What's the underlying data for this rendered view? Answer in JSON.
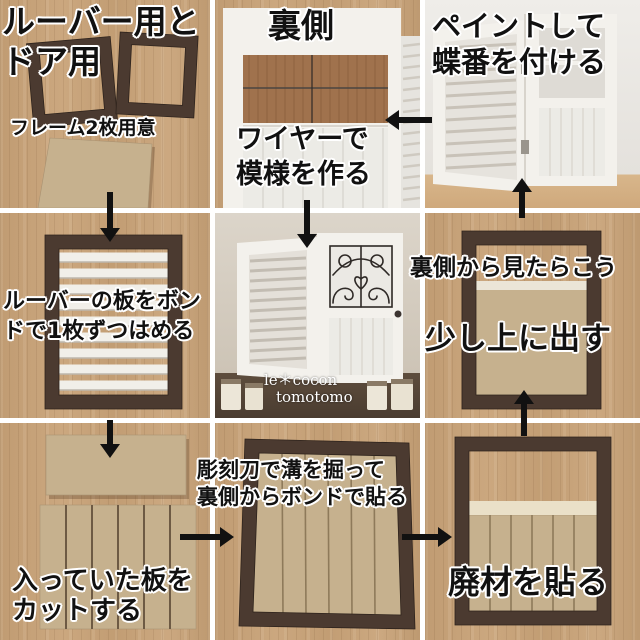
{
  "colors": {
    "wood": "#c8a277",
    "frame": "#4b3a30",
    "board": "#c6b18e",
    "paint": "#f3f1ec",
    "arrow": "#111111",
    "text": "#111111",
    "outline": "#ffffff"
  },
  "panel_1": {
    "title_line1": "ルーバー用と",
    "title_line2": "ドア用",
    "caption": "フレーム2枚用意"
  },
  "panel_2": {
    "heading": "裏側",
    "caption_line1": "ワイヤーで",
    "caption_line2": "模様を作る"
  },
  "panel_3": {
    "caption_line1": "ペイントして",
    "caption_line2": "蝶番を付ける"
  },
  "panel_4": {
    "caption_line1": "ルーバーの板をボン",
    "caption_line2": "ドで1枚ずつはめる"
  },
  "panel_5": {
    "watermark_line1": "le＊cocon",
    "watermark_line2": "tomotomo"
  },
  "panel_6": {
    "caption_top": "裏側から見たらこう",
    "caption_main": "少し上に出す"
  },
  "panel_7": {
    "caption_line1": "入っていた板を",
    "caption_line2": "カットする"
  },
  "panel_8": {
    "caption_line1": "彫刻刀で溝を掘って",
    "caption_line2": "裏側からボンドで貼る"
  },
  "panel_9": {
    "caption": "廃材を貼る"
  }
}
